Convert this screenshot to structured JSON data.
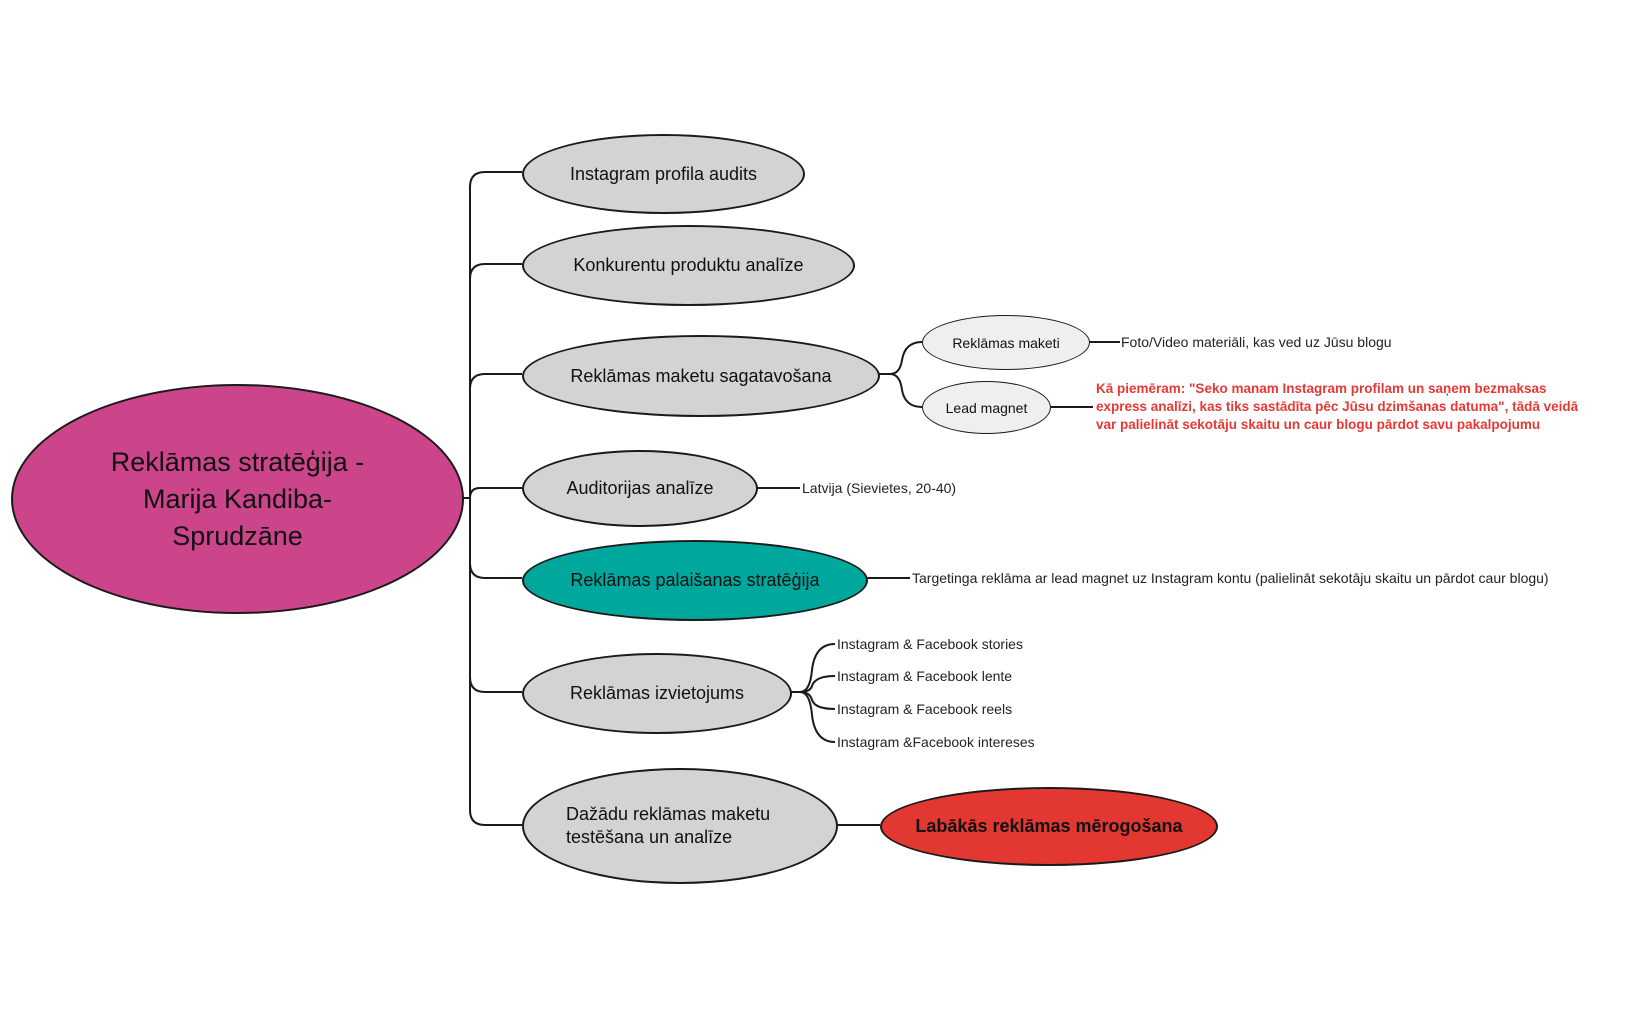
{
  "root": {
    "lines": [
      "Reklāmas stratēģija -",
      "Marija Kandiba-",
      "Sprudzāne"
    ],
    "color": "#cc4489"
  },
  "branches": [
    {
      "label": "Instagram profila audits"
    },
    {
      "label": "Konkurentu produktu analīze"
    },
    {
      "label": "Reklāmas maketu sagatavošana"
    },
    {
      "label": "Auditorijas analīze"
    },
    {
      "label": "Reklāmas palaišanas stratēģija",
      "color": "#00a79d"
    },
    {
      "label": "Reklāmas izvietojums"
    },
    {
      "lines": [
        "Dažādu reklāmas maketu",
        "testēšana un analīze"
      ]
    }
  ],
  "subs": [
    {
      "label": "Reklāmas maketi"
    },
    {
      "label": "Lead magnet"
    },
    {
      "label": "Labākās reklāmas mērogošana",
      "color": "#e33832"
    }
  ],
  "leaves": {
    "maketi": "Foto/Video materiāli, kas ved uz Jūsu blogu",
    "lead_note": [
      "Kā piemēram: \"Seko manam Instagram profilam un saņem bezmaksas",
      "express analīzi, kas tiks sastādīta pēc Jūsu dzimšanas datuma\", tādā veidā",
      "var palielināt sekotāju skaitu un caur blogu pārdot savu pakalpojumu"
    ],
    "auditorija": "Latvija (Sievietes, 20-40)",
    "palaisana": "Targetinga reklāma ar lead magnet uz Instagram kontu (palielināt sekotāju skaitu un pārdot caur blogu)",
    "izvietojums": [
      "Instagram & Facebook stories",
      "Instagram & Facebook lente",
      "Instagram & Facebook reels",
      "Instagram &Facebook intereses"
    ]
  },
  "colors": {
    "branch": "#d3d3d3",
    "sub": "#efefef",
    "line": "#1a1a1a",
    "note": "#e53935"
  }
}
